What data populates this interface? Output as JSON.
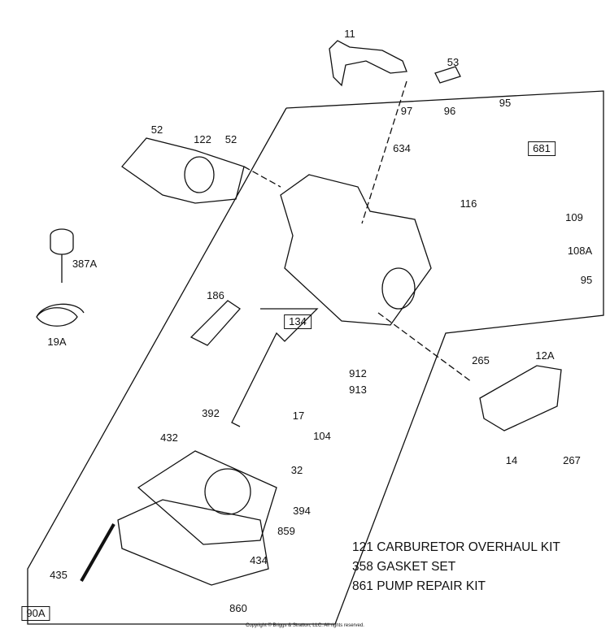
{
  "part_labels": [
    "11",
    "53",
    "97",
    "96",
    "95",
    "52",
    "122",
    "52",
    "634",
    "681",
    "116",
    "109",
    "387A",
    "108A",
    "95",
    "186",
    "19A",
    "134",
    "912",
    "913",
    "265",
    "12A",
    "392",
    "17",
    "104",
    "432",
    "32",
    "14",
    "267",
    "394",
    "859",
    "434",
    "435",
    "860",
    "90A"
  ],
  "kits": [
    {
      "number": "121",
      "name": "CARBURETOR OVERHAUL KIT"
    },
    {
      "number": "358",
      "name": "GASKET SET"
    },
    {
      "number": "861",
      "name": "PUMP REPAIR KIT"
    }
  ],
  "copyright": "Copyright © Briggs & Stratton, LLC. All rights reserved."
}
